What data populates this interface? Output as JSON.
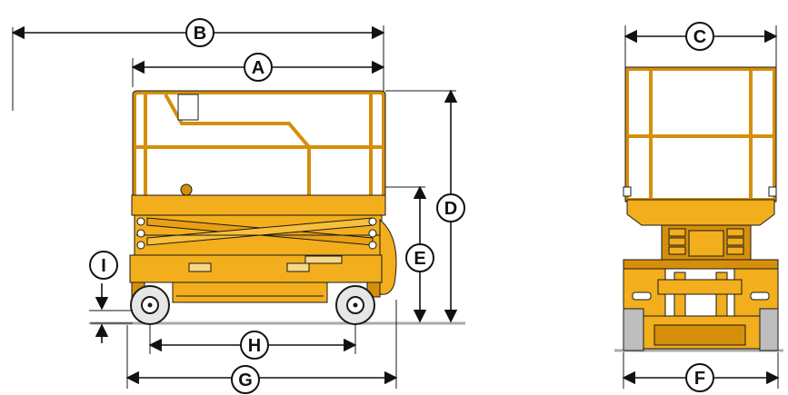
{
  "diagram": {
    "colors": {
      "body": "#f2ae1c",
      "body_shadow": "#d58f0b",
      "outline": "#1a1a1a",
      "ground": "#aaaaaa",
      "tire": "#e6e6e6"
    },
    "labels": {
      "A": "A",
      "B": "B",
      "C": "C",
      "D": "D",
      "E": "E",
      "F": "F",
      "G": "G",
      "H": "H",
      "I": "I"
    }
  }
}
